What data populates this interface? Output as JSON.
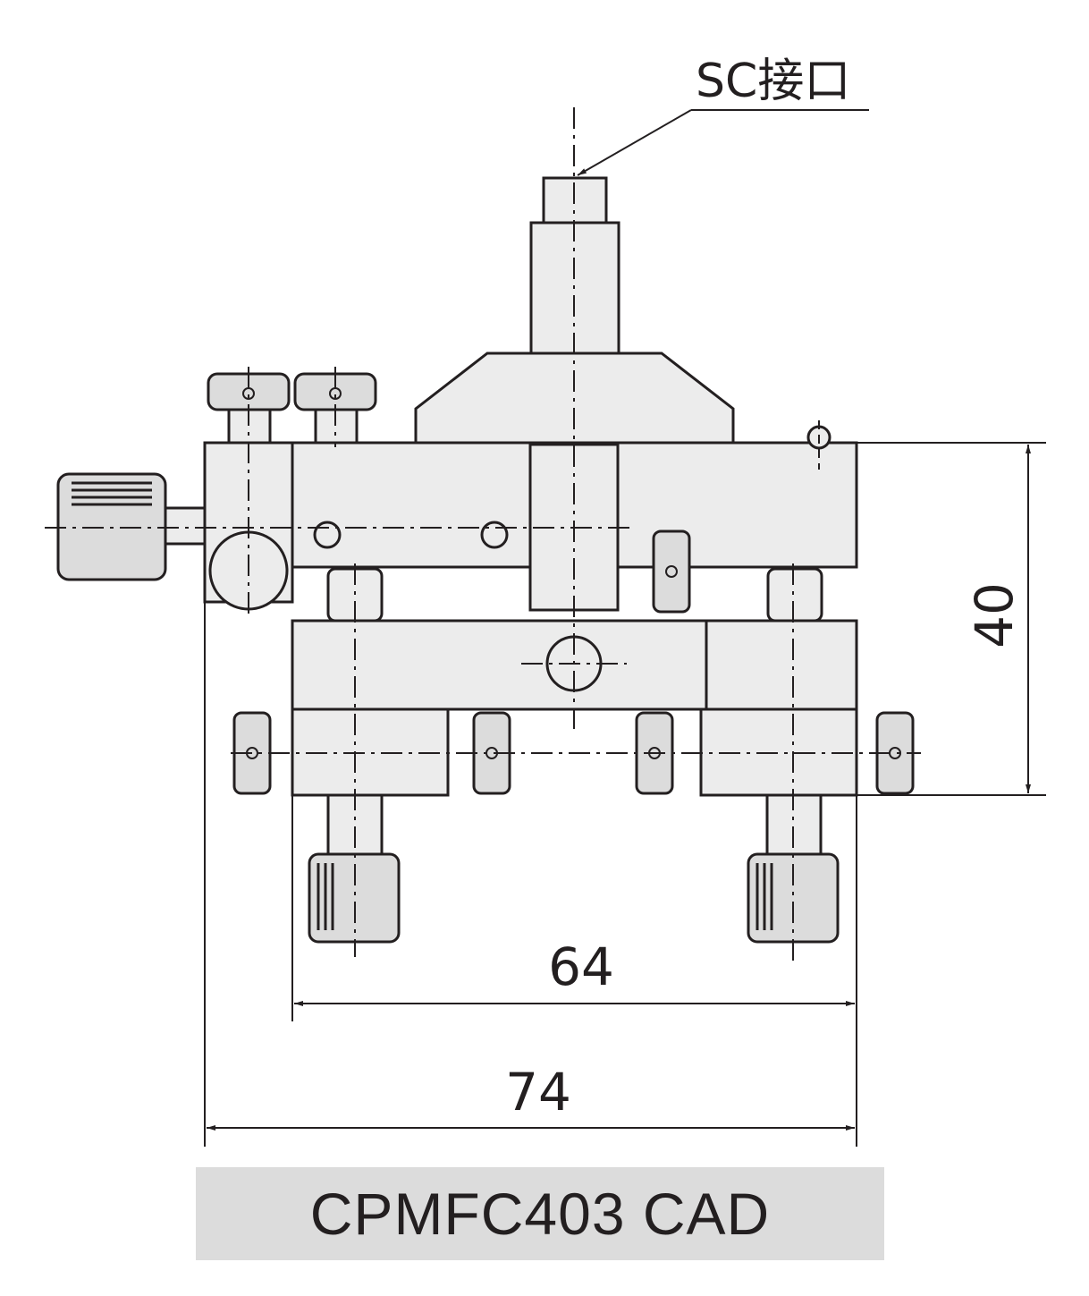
{
  "drawing": {
    "interface_label": "SC接口",
    "dimensions": {
      "height": "40",
      "inner_width": "64",
      "outer_width": "74"
    }
  },
  "caption": {
    "text": "CPMFC403 CAD",
    "background_color": "#dcdcdc"
  },
  "colors": {
    "line": "#231f20",
    "part_fill": "#ececec"
  }
}
